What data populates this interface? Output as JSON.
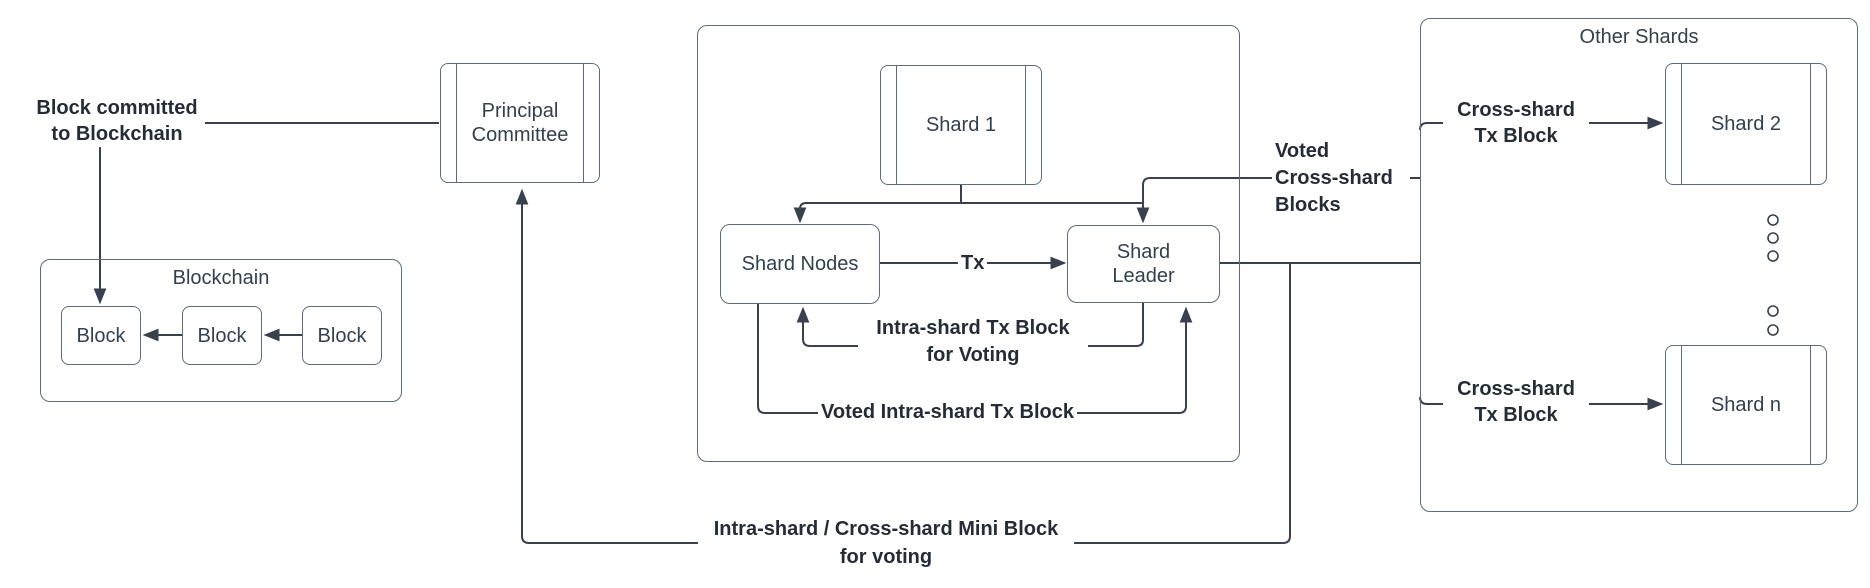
{
  "colors": {
    "connector": "#39414e",
    "box_border": "#5f6b79",
    "node_text": "#33404d",
    "label_text": "#262c36",
    "background": "#ffffff"
  },
  "left_section": {
    "committed_label": "Block committed\nto Blockchain",
    "blockchain": {
      "title": "Blockchain",
      "blocks": [
        "Block",
        "Block",
        "Block"
      ]
    }
  },
  "principal_committee": {
    "label": "Principal\nCommittee"
  },
  "shard_group": {
    "shard1": "Shard 1",
    "shard_nodes": "Shard Nodes",
    "shard_leader": "Shard\nLeader",
    "edge_tx": "Tx",
    "edge_intra_voting": "Intra-shard Tx Block\nfor Voting",
    "edge_voted_intra": "Voted Intra-shard Tx Block"
  },
  "other_shards": {
    "title": "Other Shards",
    "shard2": "Shard 2",
    "shard_n": "Shard n",
    "edge_cross_top": "Cross-shard\nTx Block",
    "edge_cross_bottom": "Cross-shard\nTx Block",
    "edge_voted_cross": "Voted\nCross-shard\nBlocks"
  },
  "edge_mini_block": "Intra-shard / Cross-shard Mini Block\nfor voting"
}
